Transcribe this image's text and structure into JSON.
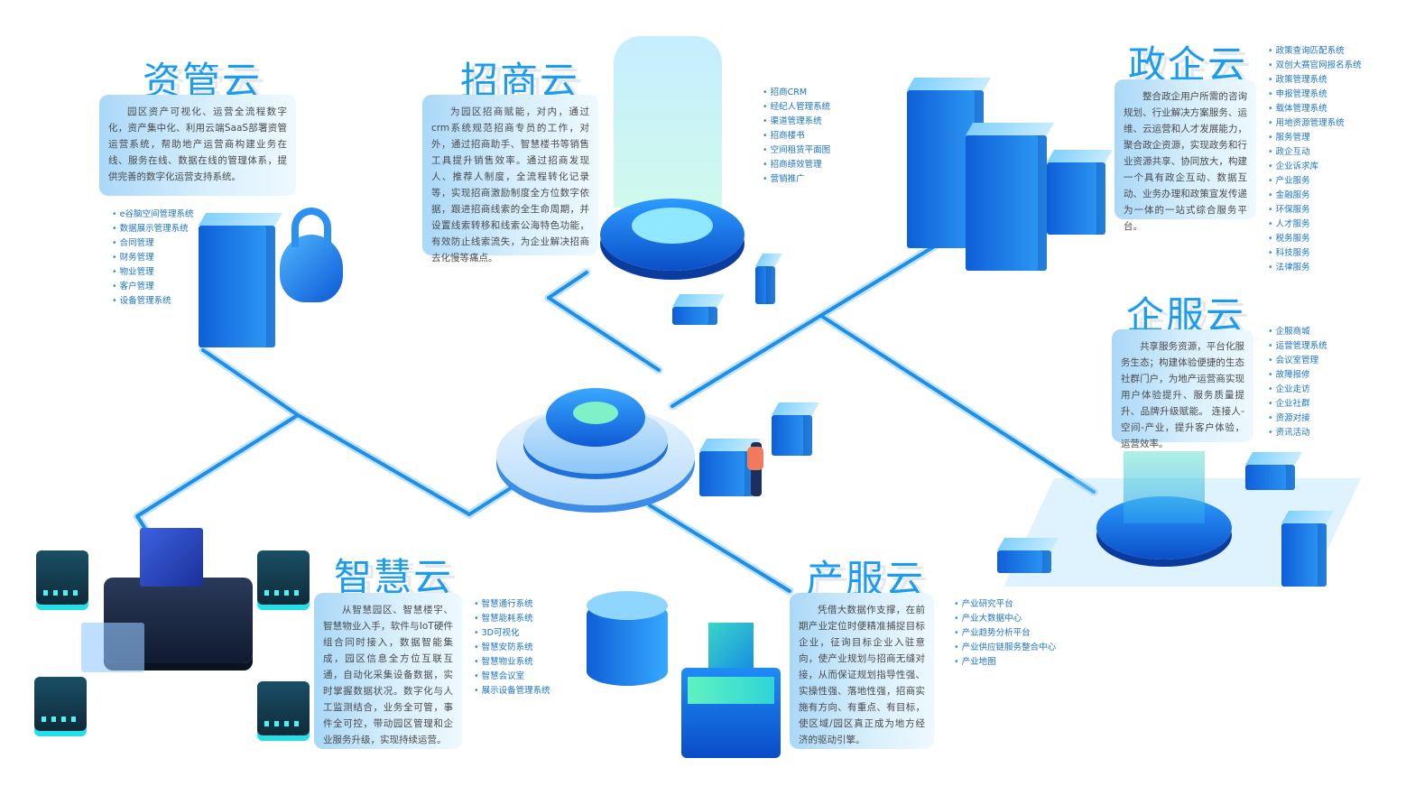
{
  "colors": {
    "title": "#1a9cf0",
    "line": "#1e8fe8",
    "list": "#1b73c9"
  },
  "zichan": {
    "title": "资管云",
    "desc": "园区资产可视化、运营全流程数字化，资产集中化、利用云端SaaS部署资管运营系统，帮助地产运营商构建业务在线、服务在线、数据在线的管理体系，提供完善的数字化运营支持系统。",
    "items": [
      "e谷脑空间管理系统",
      "数据展示管理系统",
      "合同管理",
      "财务管理",
      "物业管理",
      "客户管理",
      "设备管理系统"
    ]
  },
  "zhaoshang": {
    "title": "招商云",
    "desc": "为园区招商赋能，对内，通过crm系统规范招商专员的工作，对外，通过招商助手、智慧楼书等销售工具提升销售效率。通过招商发现人、推荐人制度，全流程转化记录等，实现招商激励制度全方位数字依据，跟进招商线索的全生命周期，并设置线索转移和线索公海特色功能，有效防止线索流失，为企业解决招商去化慢等痛点。",
    "items": [
      "招商CRM",
      "经纪人管理系统",
      "渠道管理系统",
      "招商楼书",
      "空间租赁平面图",
      "招商绩效管理",
      "营销推广"
    ]
  },
  "zhengqi": {
    "title": "政企云",
    "desc": "整合政企用户所需的咨询规划、行业解决方案服务、运维、云运营和人才发展能力，聚合政企资源，实现政务和行业资源共享、协同放大，构建一个具有政企互动、数据互动、业务办理和政策宣发传递为一体的一站式综合服务平台。",
    "items": [
      "政策查询匹配系统",
      "双创大赛官网报名系统",
      "政策管理系统",
      "申报管理系统",
      "载体管理系统",
      "用地资源管理系统",
      "服务管理",
      "政企互动",
      "企业诉求库",
      "产业服务",
      "金融服务",
      "环保服务",
      "人才服务",
      "税务服务",
      "科技服务",
      "法律服务"
    ]
  },
  "qifu": {
    "title": "企服云",
    "desc": "共享服务资源，平台化服务生态；构建体验便捷的生态社群门户，为地产运营商实现用户体验提升、服务质量提升、品牌升级赋能。 连接人-空间-产业，提升客户体验，运营效率。",
    "items": [
      "企服商城",
      "运营管理系统",
      "会议室管理",
      "故障报修",
      "企业走访",
      "企业社群",
      "资源对接",
      "资讯活动"
    ]
  },
  "zhihui": {
    "title": "智慧云",
    "desc": "从智慧园区、智慧楼宇、智慧物业入手，软件与IoT硬件组合同时接入，数据智能集成，园区信息全方位互联互通，自动化采集设备数据，实时掌握数据状况。数字化与人工监测结合，业务全可管，事件全可控，带动园区管理和企业服务升级，实现持续运营。",
    "items": [
      "智慧通行系统",
      "智慧能耗系统",
      "3D可视化",
      "智慧安防系统",
      "智慧物业系统",
      "智慧会议室",
      "展示设备管理系统"
    ]
  },
  "chanfu": {
    "title": "产服云",
    "desc": "凭借大数据作支撑，在前期产业定位时便精准捕捉目标企业，征询目标企业入驻意向，使产业规划与招商无缝对接，从而保证规划指导性强、实操性强、落地性强，招商实施有方向、有重点、有目标，使区域/园区真正成为地方经济的驱动引擎。",
    "items": [
      "产业研究平台",
      "产业大数据中心",
      "产业趋势分析平台",
      "产业供应链服务整合中心",
      "产业地图"
    ]
  }
}
